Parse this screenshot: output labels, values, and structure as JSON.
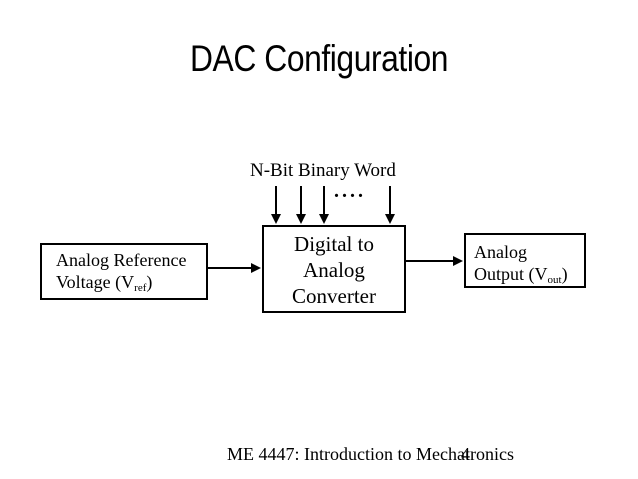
{
  "title": "DAC Configuration",
  "diagram": {
    "input_label": "N-Bit Binary Word",
    "dots": "....",
    "reference_box": {
      "line1": "Analog Reference",
      "line2_prefix": "Voltage (V",
      "line2_sub": "ref",
      "line2_suffix": ")"
    },
    "converter_box": {
      "line1": "Digital to",
      "line2": "Analog",
      "line3": "Converter"
    },
    "output_box": {
      "line1": "Analog",
      "line2_prefix": "Output (V",
      "line2_sub": "out",
      "line2_suffix": ")"
    }
  },
  "footer": {
    "course": "ME 4447: Introduction to Mechatronics",
    "page_number": "4"
  }
}
